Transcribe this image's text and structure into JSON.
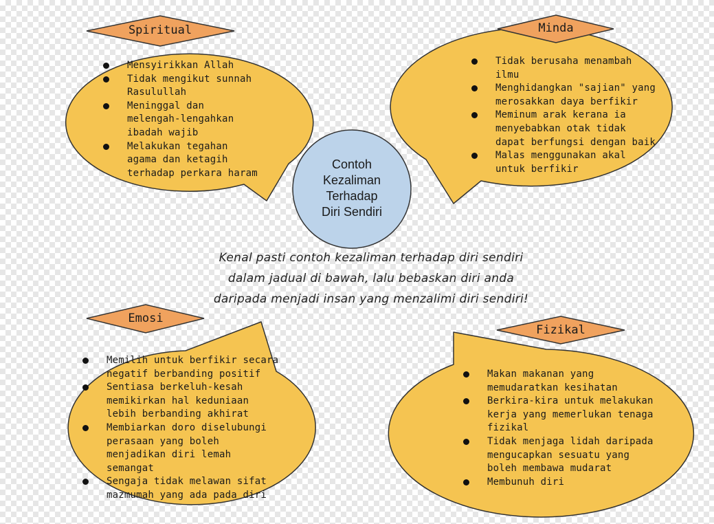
{
  "center": {
    "label": "Contoh\nKezaliman\nTerhadap\nDiri Sendiri"
  },
  "note": [
    "Kenal pasti contoh kezaliman terhadap diri sendiri",
    "dalam jadual di bawah, lalu bebaskan diri anda",
    "daripada menjadi insan yang menzalimi diri sendiri!"
  ],
  "colors": {
    "bubble": "#f5c451",
    "tag": "#f0a25e",
    "center": "#bcd3ea",
    "outline": "#333333"
  },
  "sections": {
    "spiritual": {
      "title": "Spiritual",
      "items": [
        "Mensyirikkan Allah",
        "Tidak mengikut sunnah Rasulullah",
        "Meninggal dan melengah-lengahkan ibadah wajib",
        "Melakukan tegahan agama dan ketagih terhadap perkara haram"
      ]
    },
    "minda": {
      "title": "Minda",
      "items": [
        "Tidak berusaha menambah ilmu",
        "Menghidangkan \"sajian\" yang merosakkan daya berfikir",
        "Meminum arak kerana ia menyebabkan otak tidak dapat berfungsi dengan baik",
        "Malas menggunakan akal untuk berfikir"
      ]
    },
    "emosi": {
      "title": "Emosi",
      "items": [
        "Memilih untuk berfikir secara negatif berbanding positif",
        "Sentiasa berkeluh-kesah memikirkan hal keduniaan lebih berbanding akhirat",
        "Membiarkan doro diselubungi perasaan yang boleh menjadikan diri lemah semangat",
        "Sengaja tidak melawan sifat mazmumah yang ada pada diri"
      ]
    },
    "fizikal": {
      "title": "Fizikal",
      "items": [
        "Makan makanan yang memudaratkan kesihatan",
        "Berkira-kira untuk melakukan kerja yang memerlukan tenaga fizikal",
        "Tidak menjaga lidah daripada mengucapkan sesuatu yang boleh membawa mudarat",
        "Membunuh diri"
      ]
    }
  }
}
